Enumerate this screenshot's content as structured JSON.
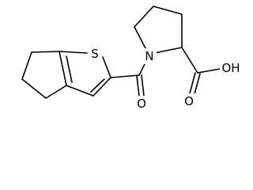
{
  "molecule": {
    "atoms": {
      "sulfur": "S",
      "nitrogen": "N",
      "carbonyl_oxygen": "O",
      "acid_group": "OH",
      "acid_oxygen": "O"
    }
  }
}
